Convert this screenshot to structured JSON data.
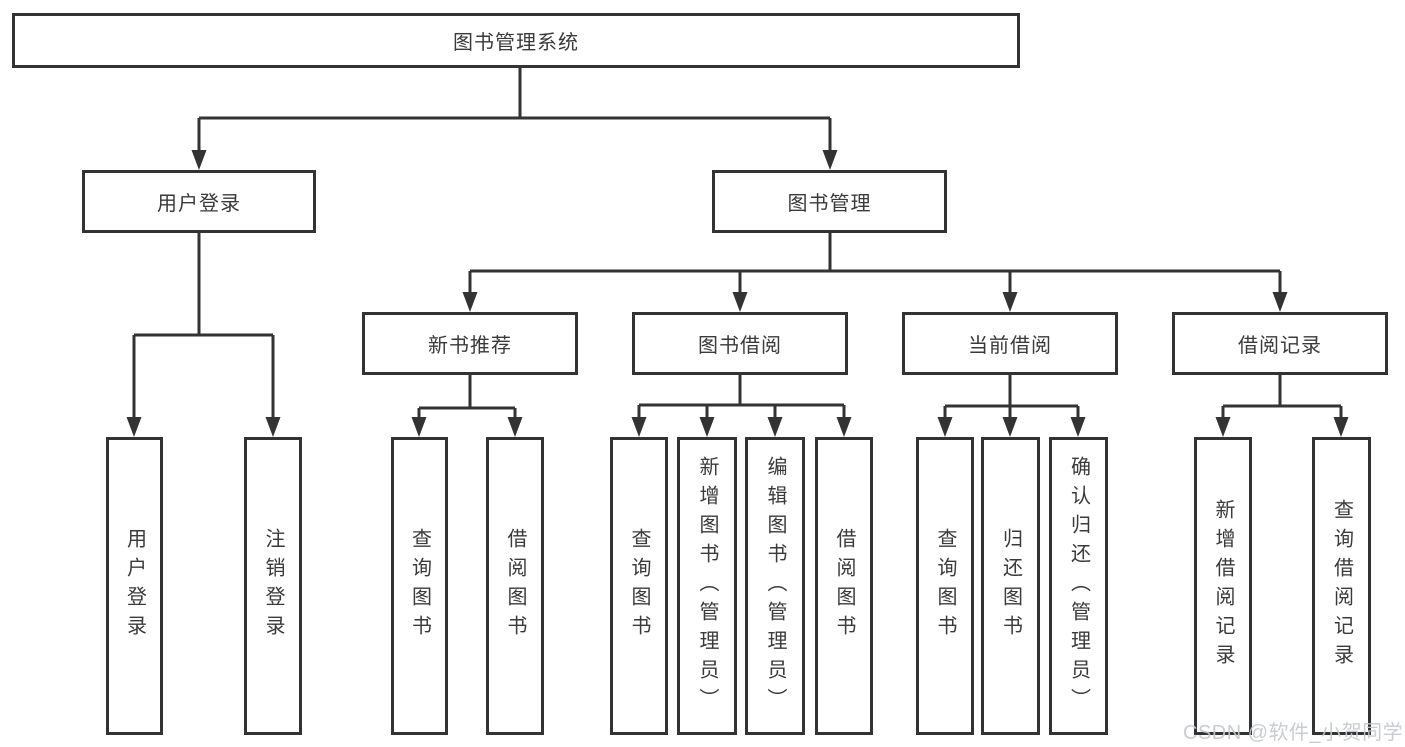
{
  "tree": {
    "root": "图书管理系统",
    "children": [
      {
        "label": "用户登录",
        "children": [
          {
            "label": "用户登录"
          },
          {
            "label": "注销登录"
          }
        ]
      },
      {
        "label": "图书管理",
        "children": [
          {
            "label": "新书推荐",
            "children": [
              {
                "label": "查询图书"
              },
              {
                "label": "借阅图书"
              }
            ]
          },
          {
            "label": "图书借阅",
            "children": [
              {
                "label": "查询图书"
              },
              {
                "label": "新增图书（管理员）"
              },
              {
                "label": "编辑图书（管理员）"
              },
              {
                "label": "借阅图书"
              }
            ]
          },
          {
            "label": "当前借阅",
            "children": [
              {
                "label": "查询图书"
              },
              {
                "label": "归还图书"
              },
              {
                "label": "确认归还（管理员）"
              }
            ]
          },
          {
            "label": "借阅记录",
            "children": [
              {
                "label": "新增借阅记录"
              },
              {
                "label": "查询借阅记录"
              }
            ]
          }
        ]
      }
    ]
  },
  "watermark": "CSDN @软件_小贺同学",
  "colors": {
    "line": "#333333",
    "text": "#3a3a3a",
    "box_background": "#ffffff",
    "watermark": "#c5c8ce"
  }
}
